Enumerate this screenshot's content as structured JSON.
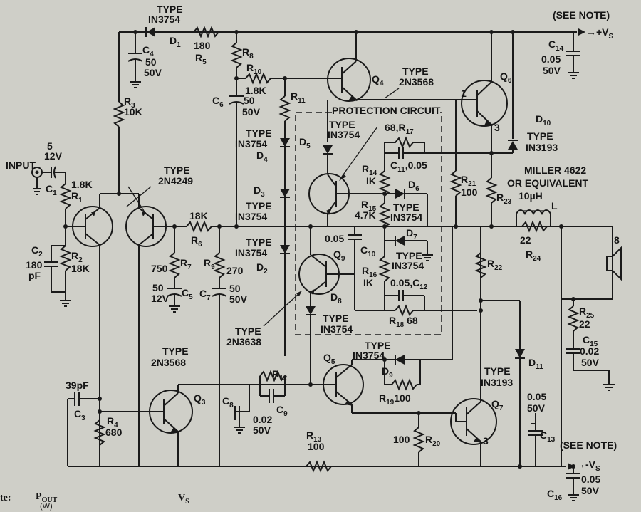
{
  "header": {
    "see_note_top": "(SEE NOTE)",
    "vs_plus": "→+V",
    "vs_plus_sub": "S"
  },
  "footer": {
    "see_note_bottom": "(SEE NOTE)",
    "vs_minus": "→-V",
    "vs_minus_sub": "S",
    "note": "te:",
    "pout": "P",
    "pout_sub": "OUT",
    "pout_unit": "(W)",
    "vs": "V",
    "vs_sub": "S"
  },
  "input": {
    "label": "INPUT",
    "c1": "C",
    "c1_sub": "1",
    "c1_value_v": "12V",
    "c1_value_uf": "5"
  },
  "components": {
    "r1": {
      "name": "R",
      "sub": "1",
      "value": "1.8K"
    },
    "r2": {
      "name": "R",
      "sub": "2",
      "value": "18K"
    },
    "c2": {
      "name": "C",
      "sub": "2",
      "value1": "180",
      "value2": "pF"
    },
    "r3": {
      "name": "R",
      "sub": "3",
      "value": "10K"
    },
    "c4": {
      "name": "C",
      "sub": "4",
      "value1": "50",
      "value2": "50V"
    },
    "d1": {
      "type": "TYPE",
      "part": "IN3754",
      "name": "D",
      "sub": "1"
    },
    "r5": {
      "value": "180",
      "name": "R",
      "sub": "5"
    },
    "r8": {
      "name": "R",
      "sub": "8"
    },
    "r10": {
      "name": "R",
      "sub": "10",
      "value": "1.8K"
    },
    "r11": {
      "name": "R",
      "sub": "11"
    },
    "c6": {
      "name": "C",
      "sub": "6",
      "value1": "50",
      "value2": "50V"
    },
    "d4": {
      "type": "TYPE",
      "part": "IN3754",
      "name": "D",
      "sub": "4"
    },
    "d3": {
      "name": "D",
      "sub": "3"
    },
    "d2": {
      "type": "TYPE",
      "part": "IN3754",
      "name": "D",
      "sub": "2"
    },
    "q12": {
      "type": "TYPE",
      "part": "2N4249"
    },
    "r6": {
      "value": "18K",
      "name": "R",
      "sub": "6"
    },
    "r7": {
      "value": "750",
      "name": "R",
      "sub": "7"
    },
    "c5": {
      "value1": "50",
      "value2": "12V",
      "name": "C",
      "sub": "5"
    },
    "r9": {
      "name": "R",
      "sub": "9",
      "value": "270"
    },
    "c7": {
      "name": "C",
      "sub": "7",
      "value1": "50",
      "value2": "50V"
    },
    "d2_part_top": {
      "type": "TYPE",
      "part": "IN3754"
    },
    "q4": {
      "name": "Q",
      "sub": "4",
      "type": "TYPE",
      "part": "2N3568"
    },
    "q6": {
      "name": "Q",
      "sub": "6",
      "pin1": "1",
      "pin3": "3"
    },
    "protection": {
      "title": "PROTECTION CIRCUIT"
    },
    "d5": {
      "type": "TYPE",
      "part": "IN3754",
      "name": "D",
      "sub": "5"
    },
    "r17": {
      "value": "68,",
      "name": "R",
      "sub": "17"
    },
    "c11": {
      "name": "C",
      "sub": "11",
      "value": ",0.05"
    },
    "r14": {
      "name": "R",
      "sub": "14",
      "value": "IK"
    },
    "r15": {
      "name": "R",
      "sub": "15",
      "value": "4.7K"
    },
    "d6": {
      "name": "D",
      "sub": "6",
      "type": "TYPE",
      "part": "IN3754"
    },
    "d7": {
      "name": "D",
      "sub": "7",
      "type": "TYPE",
      "part": "IN3754"
    },
    "c10": {
      "value": "0.05",
      "name": "C",
      "sub": "10"
    },
    "q9": {
      "name": "Q",
      "sub": "9"
    },
    "r16": {
      "name": "R",
      "sub": "16",
      "value": "IK"
    },
    "c12": {
      "value": "0.05,C",
      "sub": "12"
    },
    "d8": {
      "name": "D",
      "sub": "8",
      "type": "TYPE",
      "part": "IN3754"
    },
    "r18": {
      "name": "R",
      "sub": "18",
      "value": "68"
    },
    "q9_type": {
      "type": "TYPE",
      "part": "2N3638"
    },
    "r21": {
      "name": "R",
      "sub": "21",
      "value": "100"
    },
    "r23": {
      "name": "R",
      "sub": "23"
    },
    "c14": {
      "name": "C",
      "sub": "14",
      "value1": "0.05",
      "value2": "50V"
    },
    "d10": {
      "name": "D",
      "sub": "10",
      "type": "TYPE",
      "part": "IN3193"
    },
    "inductor": {
      "line1": "MILLER 4622",
      "line2": "OR EQUIVALENT",
      "value": "10µH",
      "name": "L"
    },
    "r24": {
      "value": "22",
      "name": "R",
      "sub": "24"
    },
    "speaker": {
      "value": "8"
    },
    "r22": {
      "name": "R",
      "sub": "22"
    },
    "r25": {
      "name": "R",
      "sub": "25",
      "value": "22"
    },
    "c15": {
      "name": "C",
      "sub": "15",
      "value1": "0.02",
      "value2": "50V"
    },
    "d11": {
      "name": "D",
      "sub": "11",
      "type": "TYPE",
      "part": "IN3193"
    },
    "q3": {
      "type": "TYPE",
      "part": "2N3568",
      "name": "Q",
      "sub": "3"
    },
    "c3": {
      "value": "39pF",
      "name": "C",
      "sub": "3"
    },
    "r4": {
      "name": "R",
      "sub": "4",
      "value": "680"
    },
    "r12": {
      "name": "R",
      "sub": "12"
    },
    "c8": {
      "name": "C",
      "sub": "8"
    },
    "c9": {
      "name": "C",
      "sub": "9",
      "value1": "0.02",
      "value2": "50V"
    },
    "q5": {
      "name": "Q",
      "sub": "5"
    },
    "d9": {
      "type": "TYPE",
      "part": "IN3754",
      "name": "D",
      "sub": "9"
    },
    "r19": {
      "name": "R",
      "sub": "19",
      "value": "100"
    },
    "q7": {
      "name": "Q",
      "sub": "7",
      "pin3": "3"
    },
    "r20": {
      "value": "100",
      "name": "R",
      "sub": "20"
    },
    "r13": {
      "name": "R",
      "sub": "13",
      "value": "100"
    },
    "c13": {
      "value1": "0.05",
      "value2": "50V",
      "name": "C",
      "sub": "13"
    },
    "c16": {
      "name": "C",
      "sub": "16",
      "value1": "0.05",
      "value2": "50V"
    }
  }
}
